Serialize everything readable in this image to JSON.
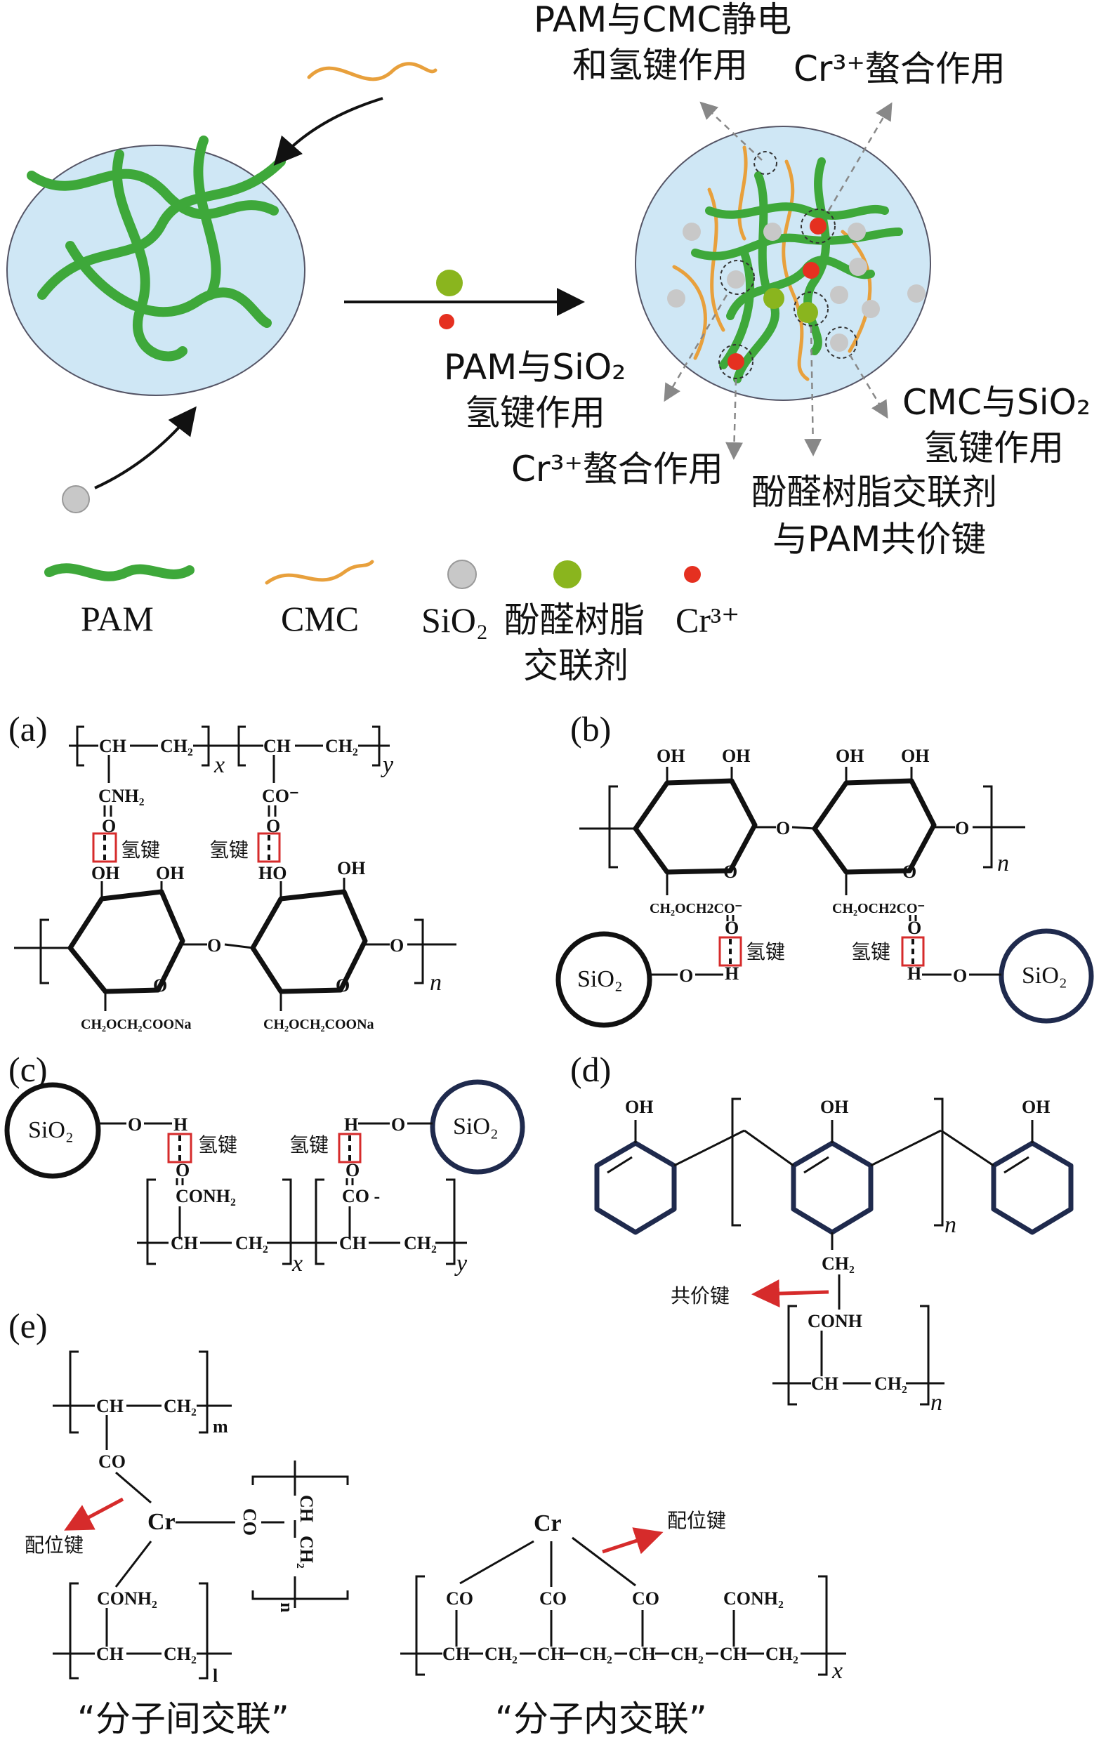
{
  "top_figure": {
    "label_pam_cmc": [
      "PAM与CMC静电",
      "和氢键作用"
    ],
    "label_cr_chelate_top": "Cr³⁺螯合作用",
    "label_pam_sio2": [
      "PAM与SiO₂",
      "氢键作用"
    ],
    "label_cr_chelate_bottom": "Cr³⁺螯合作用",
    "label_cmc_sio2": [
      "CMC与SiO₂",
      "氢键作用"
    ],
    "label_phenolic": [
      "酚醛树脂交联剂",
      "与PAM共价键"
    ]
  },
  "legend": {
    "pam": "PAM",
    "cmc": "CMC",
    "sio2": "SiO₂",
    "phenolic": [
      "酚醛树脂",
      "交联剂"
    ],
    "cr": "Cr³⁺",
    "colors": {
      "pam": "#3ea83a",
      "cmc": "#e8a03c",
      "sio2": "#c8c8c8",
      "phenolic": "#8ab51e",
      "cr": "#e53020",
      "sphere": "#cfe7f5"
    }
  },
  "panels": {
    "a": "(a)",
    "b": "(b)",
    "c": "(c)",
    "d": "(d)",
    "e": "(e)"
  },
  "chem": {
    "ch": "CH",
    "ch2": "CH₂",
    "cnh2": "CNH₂",
    "conh2": "CONH₂",
    "conh": "CONH",
    "co": "CO",
    "co_minus": "CO⁻",
    "co_minus_spaced": "CO -",
    "o": "O",
    "oh": "OH",
    "ho": "HO",
    "h": "H",
    "cr": "Cr",
    "ch2och2coona": "CH₂OCH₂COONa",
    "ch2och2co": "CH₂OCH2CO⁻",
    "sio2": "SiO₂",
    "x": "x",
    "y": "y",
    "n": "n",
    "m": "m",
    "l": "l",
    "hbond": "氢键",
    "covalent": "共价键",
    "coord": "配位键"
  },
  "captions": {
    "inter": "“分子间交联”",
    "intra": "“分子内交联”"
  }
}
